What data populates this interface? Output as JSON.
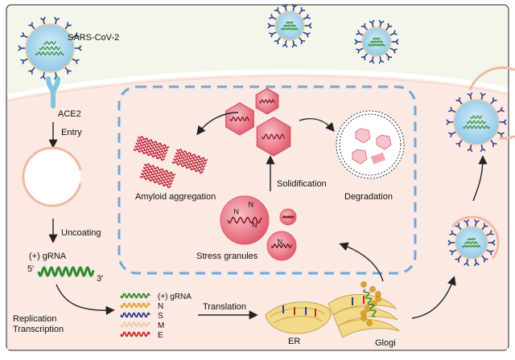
{
  "labels": {
    "virus": "SARS-CoV-2",
    "receptor": "ACE2",
    "entry": "Entry",
    "uncoating": "Uncoating",
    "genome": "(+) gRNA",
    "five_prime": "5'",
    "three_prime": "3'",
    "replication": "Replication",
    "transcription": "Transcription",
    "translation": "Translation",
    "er": "ER",
    "golgi": "Glogi",
    "stress_granules": "Stress granules",
    "solidification": "Solidification",
    "amyloid": "Amyloid aggregation",
    "degradation": "Degradation",
    "n_letter": "N"
  },
  "legend": [
    {
      "name": "(+) gRNA",
      "color": "#2e8b2e"
    },
    {
      "name": "N",
      "color": "#e0a42a"
    },
    {
      "name": "S",
      "color": "#2f3f8f"
    },
    {
      "name": "M",
      "color": "#f2c9a6"
    },
    {
      "name": "E",
      "color": "#d32424"
    }
  ],
  "colors": {
    "outer_background": "#f3f6ea",
    "cytoplasm": "#fbe9e3",
    "membrane": "#ffffff",
    "dashed_box": "#6fa8dc",
    "virion_body": "#a9d6ee",
    "rna_green": "#2e8b2e",
    "granule": "#e25a6a",
    "granule_light": "#f6a5b0",
    "spike": "#2f3f8f",
    "receptor": "#7fc4e0",
    "er_yellow": "#f3d98a"
  },
  "icons": [
    "virion-icon",
    "ace2-receptor-icon",
    "endosome-icon",
    "stress-granule-icon",
    "amyloid-fibril-icon",
    "autophagosome-icon",
    "er-icon",
    "golgi-icon",
    "rna-wave-icon"
  ]
}
